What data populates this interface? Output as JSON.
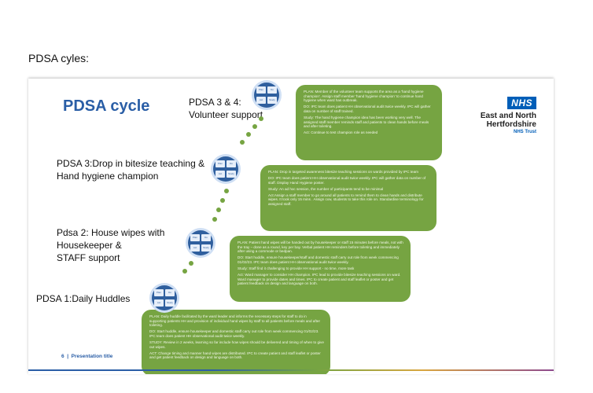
{
  "heading": "PDSA cyles:",
  "slide": {
    "title": "PDSA cycle",
    "logo": {
      "badge": "NHS",
      "org": "East and North Hertfordshire",
      "trust": "NHS Trust"
    },
    "footer": "6  |  Presentation title",
    "steps": [
      {
        "label": "PDSA 3 & 4:\nVolunteer support"
      },
      {
        "label": "PDSA 3:Drop in bitesize teaching &\nHand hygiene champion"
      },
      {
        "label": "Pdsa 2: House wipes with\nHousekeeper  &\nSTAFF support"
      },
      {
        "label": "PDSA 1:Daily Huddles"
      }
    ],
    "boxes": [
      {
        "paragraphs": [
          "PLAN: Member of the volunteer team supports the area as a 'hand hygiene champion'. Assign staff member 'hand hygiene champion' to continue hand hygiene when ward has outbreak.",
          "DO: IPC team does patient HH observational audit twice weekly. IPC will gather data on number of staff trained.",
          "Study: The hand hygiene champion idea has been working very well. The assigned staff member reminds staff and patients to clean hands before meals and after toileting.",
          "Act: Continue to test champion role as needed"
        ]
      },
      {
        "paragraphs": [
          "PLAN: Drop in targeted awareness bitesize teaching sessions on wards provided by IPC team",
          "DO: IPC team does patient HH observational audit twice weekly. IPC will gather data on number of staff. Display Hand Hygiene poster.",
          "Study: An ad hoc session, the number of participants tend to be minimal",
          "Act:Assign a staff member to go around all patients to remind them to clean hands and distribute wipes. It took only 15 mins . Assign cxw, students to take this role on. Standardise terminology for assigned staff."
        ]
      },
      {
        "paragraphs": [
          "PLAN: Patient hand wipes will be handed out by housekeeper or staff 15 minutes before meals, not with the tray – done as a round, key per bay. Verbal patient HH reminders before toileting and immediately after using a commode or bedpan.",
          "DO: Start huddle, ensure housekeeper/staff and domestic staff carry out role from week commencing 01/02/23. IPC team does patient HH observational audit twice weekly.",
          "Study: Staff find it challenging to provide HH support - no time, more task",
          "Act: Ward manager to consider HH champion. IPC lead to provide bitesize teaching sessions on ward. Ward manager to provide dates and times. IPC to create patient and staff leaflet or poster and get patient feedback on design and language on both."
        ]
      },
      {
        "paragraphs": [
          "PLAN: Daily huddle facilitated by the ward leader and informs the necessary steps for staff to do in supporting patients HH and provision of individual hand wipes by staff to all patients before meals and after toileting.",
          "DO: Start huddle, ensure housekeeper and domestic staff carry out role from week commencing 01/02/23. IPC team does patient HH observational audit twice weekly.",
          "STUDY: Review in 2 weeks, learning so far include how wipes should be delivered and timing of when to give out wipes.",
          "ACT: Change timing and manner hand wipes are distributed. IPC to create patient and staff leaflet or poster and get patient feedback on design and language on both."
        ]
      }
    ],
    "cycle_quadrants": [
      "Plan",
      "Do",
      "Study",
      "Act"
    ]
  },
  "colors": {
    "accent_blue": "#2a5ea6",
    "box_green": "#76a442",
    "nhs_blue": "#005eb8"
  }
}
